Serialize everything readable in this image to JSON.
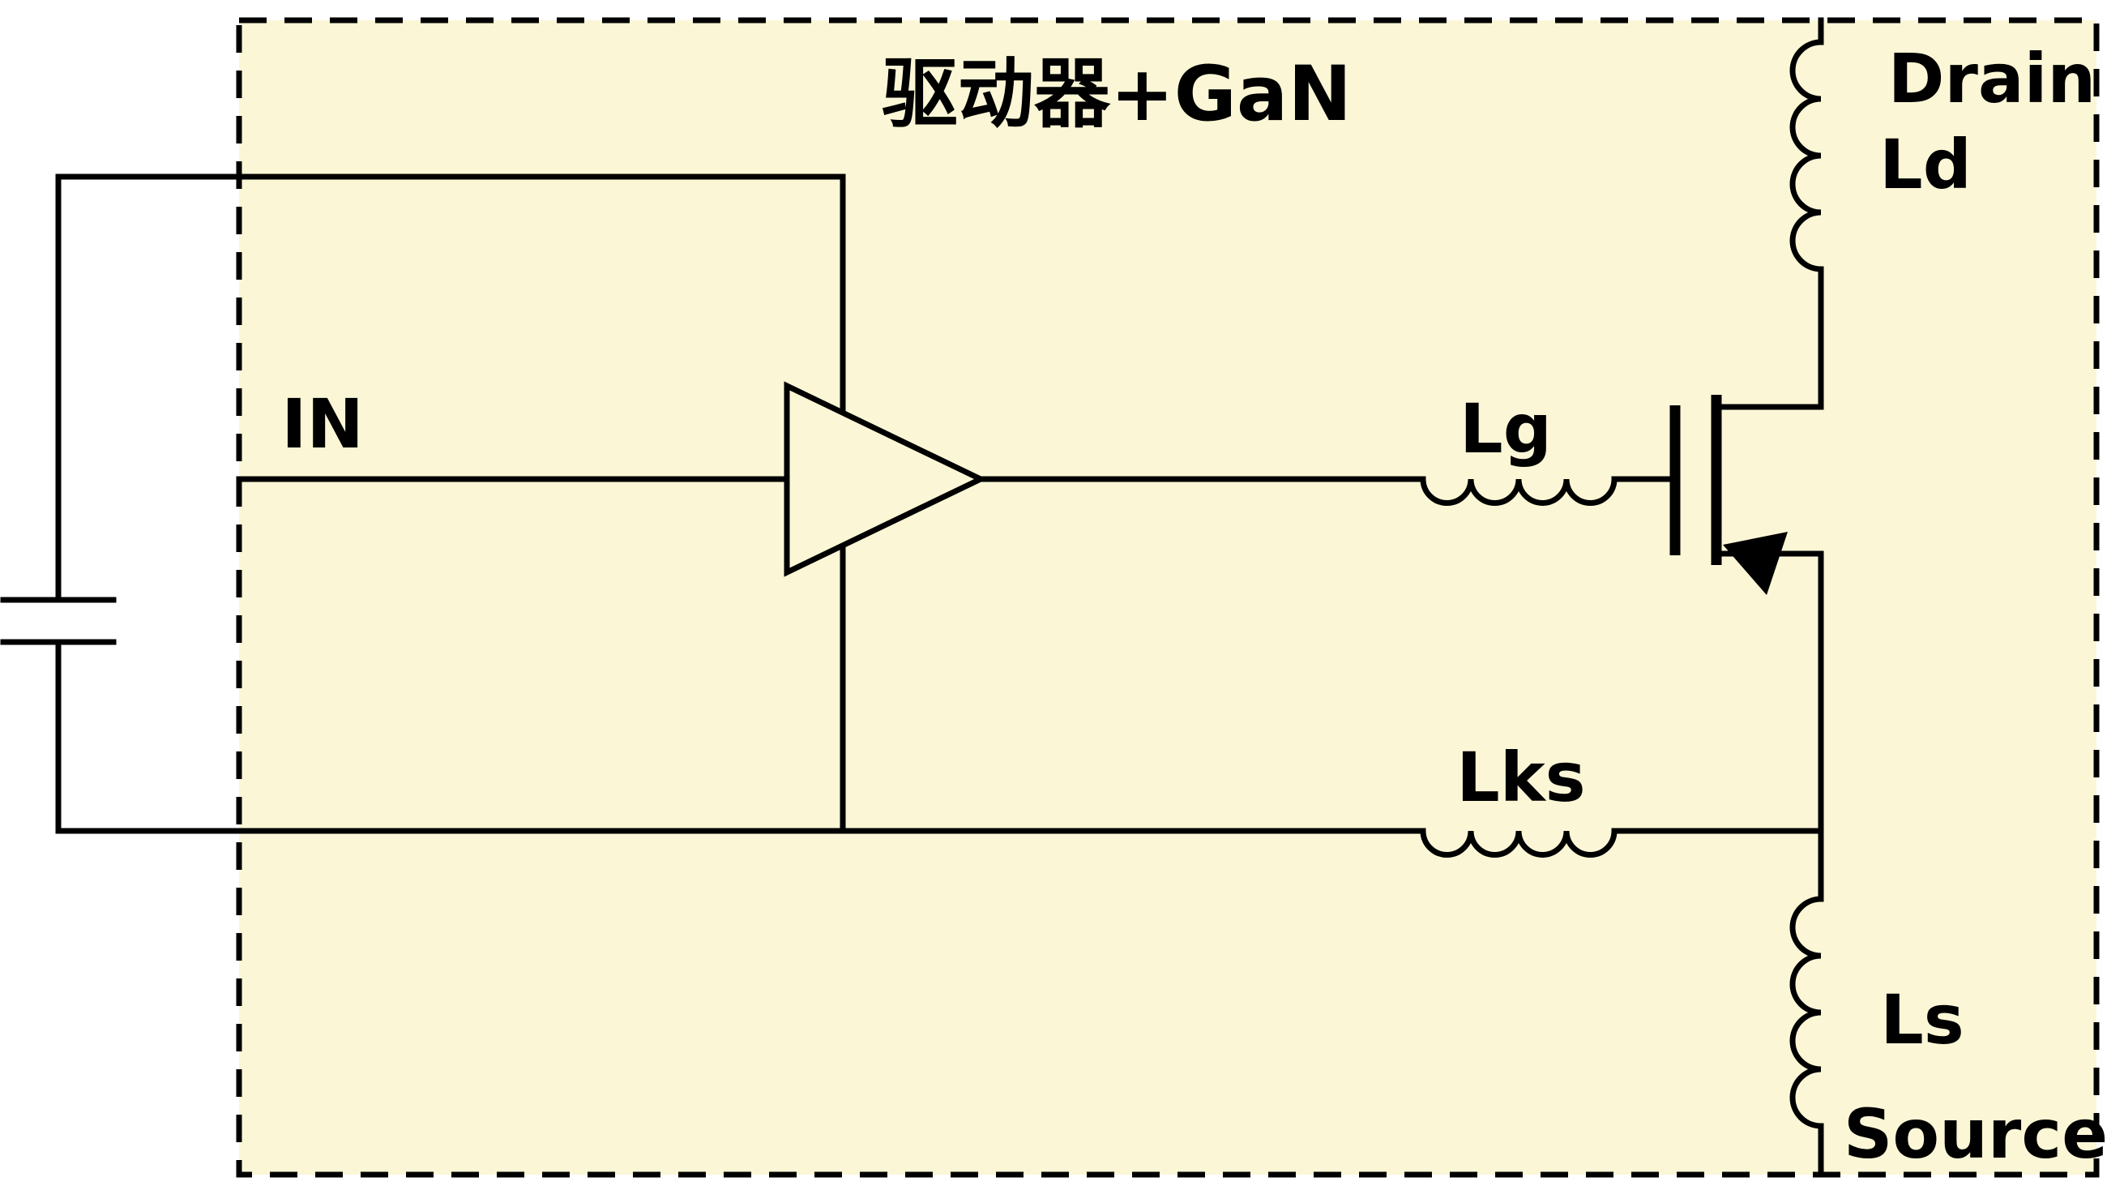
{
  "diagram": {
    "title": "驱动器+GaN",
    "labels": {
      "input": "IN",
      "gate_inductor": "Lg",
      "kelvin_source_inductor": "Lks",
      "drain_inductor": "Ld",
      "source_inductor": "Ls",
      "drain_terminal": "Drain",
      "source_terminal": "Source"
    },
    "colors": {
      "box_fill": "#FBF7D6",
      "line": "#000000",
      "background": "#FFFFFF"
    },
    "components": [
      "input-capacitor",
      "driver-buffer-triangle",
      "gate-inductor-Lg",
      "kelvin-source-inductor-Lks",
      "drain-inductor-Ld",
      "source-inductor-Ls",
      "gan-transistor"
    ]
  }
}
